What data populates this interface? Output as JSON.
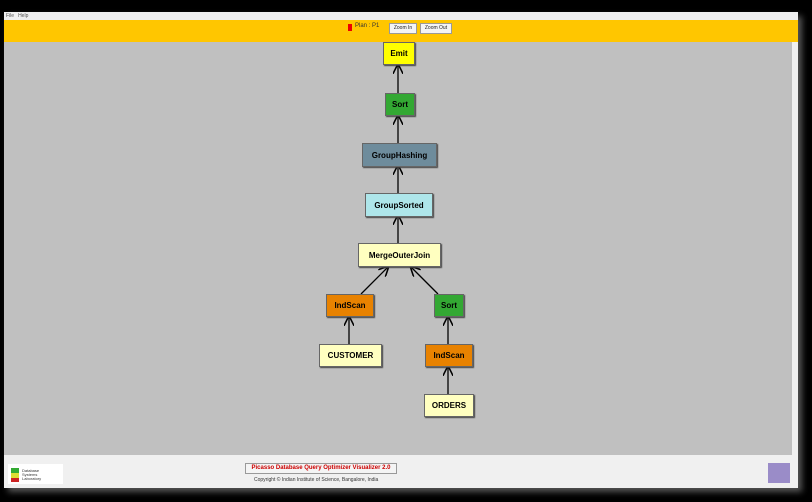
{
  "menu": [
    "File",
    "Help"
  ],
  "toolbar": {
    "plan_label": "Plan : P1",
    "zoom_in": "Zoom In",
    "zoom_out": "Zoom Out",
    "plan_color": "#ee0000"
  },
  "nodes": [
    {
      "id": "emit",
      "label": "Emit",
      "color": "#ffff00"
    },
    {
      "id": "sort1",
      "label": "Sort",
      "color": "#33a833"
    },
    {
      "id": "grouphashing",
      "label": "GroupHashing",
      "color": "#6e8c9c"
    },
    {
      "id": "groupsorted",
      "label": "GroupSorted",
      "color": "#aee6ea"
    },
    {
      "id": "mergeouterjoin",
      "label": "MergeOuterJoin",
      "color": "#ffffc0"
    },
    {
      "id": "indscan1",
      "label": "IndScan",
      "color": "#e88200"
    },
    {
      "id": "sort2",
      "label": "Sort",
      "color": "#33a833"
    },
    {
      "id": "customer",
      "label": "CUSTOMER",
      "color": "#ffffc0"
    },
    {
      "id": "indscan2",
      "label": "IndScan",
      "color": "#e88200"
    },
    {
      "id": "orders",
      "label": "ORDERS",
      "color": "#ffffc0"
    }
  ],
  "footer": {
    "title": "Picasso Database Query Optimizer Visualizer 2.0",
    "copyright": "Copyright © Indian Institute of Science, Bangalore, India",
    "logo_text": "Database Systems Laboratory"
  }
}
